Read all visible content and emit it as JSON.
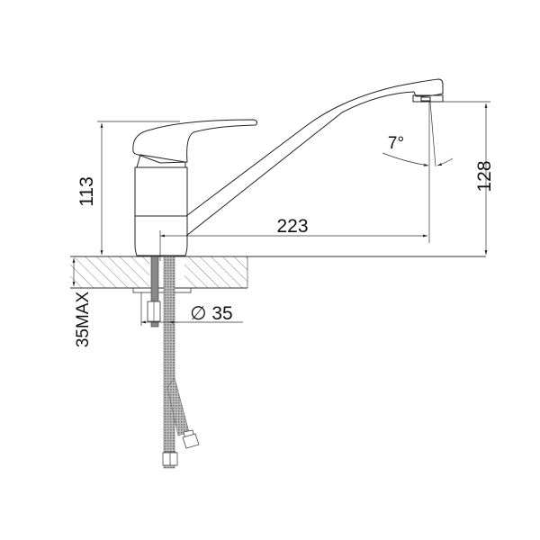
{
  "drawing": {
    "subject": "single-lever kitchen faucet side view",
    "colors": {
      "line": "#222222",
      "dim_line": "#333333",
      "hatch": "#555555",
      "hose": "#8a8a8a",
      "background": "#ffffff"
    }
  },
  "dimensions": {
    "body_height": "113",
    "spout_height": "128",
    "spout_reach": "223",
    "spout_angle": "7°",
    "hole_diameter": "∅ 35",
    "countertop_max": "35MAX"
  }
}
